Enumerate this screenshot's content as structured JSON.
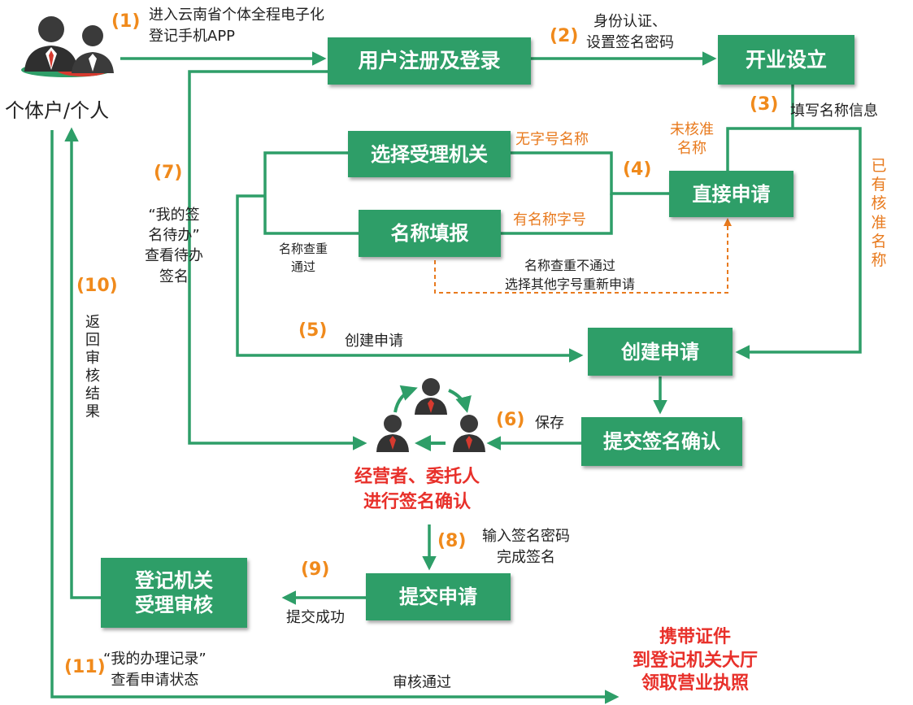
{
  "colors": {
    "green": "#2e9e68",
    "orange": "#e87a1e",
    "red": "#e8302a",
    "dark": "#2b2b2b"
  },
  "actor": {
    "label": "个体户/个人"
  },
  "boxes": {
    "register": "用户注册及登录",
    "setup": "开业设立",
    "choose_office": "选择受理机关",
    "name_report": "名称填报",
    "direct_apply": "直接申请",
    "create_apply": "创建申请",
    "submit_sign": "提交签名确认",
    "submit_apply": "提交申请",
    "review": "登记机关\n受理审核"
  },
  "steps": {
    "s1": {
      "num": "(1)",
      "text": "进入云南省个体全程电子化\n登记手机APP"
    },
    "s2": {
      "num": "(2)",
      "text": "身份认证、\n设置签名密码"
    },
    "s3": {
      "num": "(3)",
      "text": "填写名称信息"
    },
    "s4": {
      "num": "(4)"
    },
    "s5": {
      "num": "(5)",
      "text": "创建申请"
    },
    "s6": {
      "num": "(6)",
      "text": "保存"
    },
    "s7": {
      "num": "(7)",
      "text": "“我的签\n名待办”\n查看待办\n签名"
    },
    "s8": {
      "num": "(8)",
      "text": "输入签名密码\n完成签名"
    },
    "s9": {
      "num": "(9)",
      "text": "提交成功"
    },
    "s10": {
      "num": "(10)",
      "text": "返回审核结果"
    },
    "s11": {
      "num": "(11)",
      "text": "“我的办理记录”\n查看申请状态"
    }
  },
  "labels": {
    "no_trade_name": "无字号名称",
    "has_trade_name": "有名称字号",
    "unapproved_name": "未核准\n名称",
    "approved_name": "已有核准名称",
    "name_check_pass": "名称查重\n通过",
    "name_check_fail": "名称查重不通过\n选择其他字号重新申请",
    "signers": "经营者、委托人\n进行签名确认",
    "review_pass": "审核通过",
    "final": "携带证件\n到登记机关大厅\n领取营业执照"
  },
  "icons": [
    "person-icon",
    "signer-group-icon",
    "cycle-arrow-icon"
  ]
}
